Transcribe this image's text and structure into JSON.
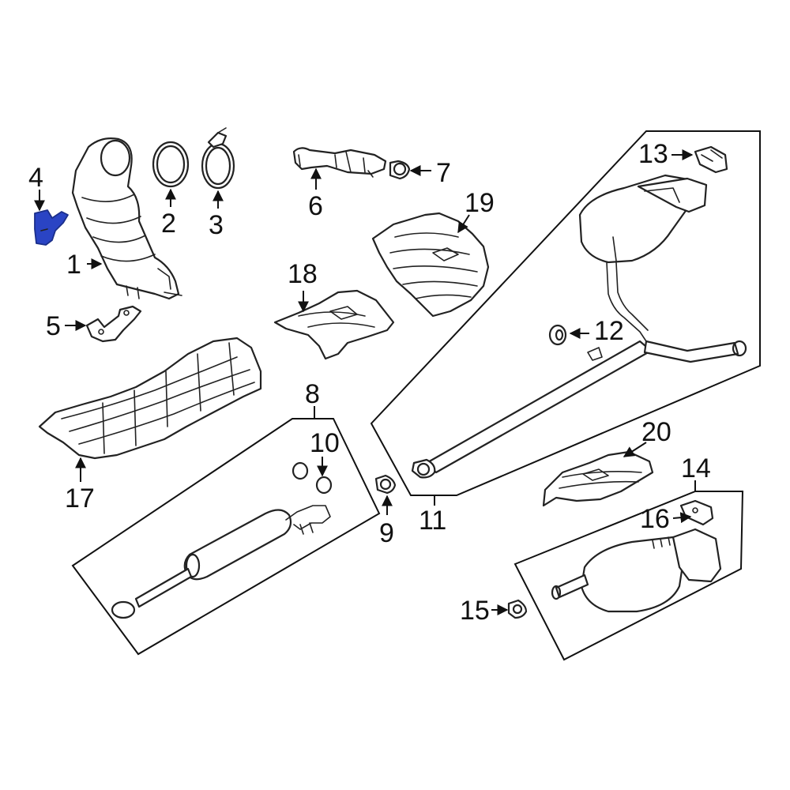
{
  "diagram": {
    "highlight_color": "#2a44c4",
    "callouts": {
      "c1": "1",
      "c2": "2",
      "c3": "3",
      "c4": "4",
      "c5": "5",
      "c6": "6",
      "c7": "7",
      "c8": "8",
      "c9": "9",
      "c10": "10",
      "c11": "11",
      "c12": "12",
      "c13": "13",
      "c14": "14",
      "c15": "15",
      "c16": "16",
      "c17": "17",
      "c18": "18",
      "c19": "19",
      "c20": "20"
    }
  }
}
